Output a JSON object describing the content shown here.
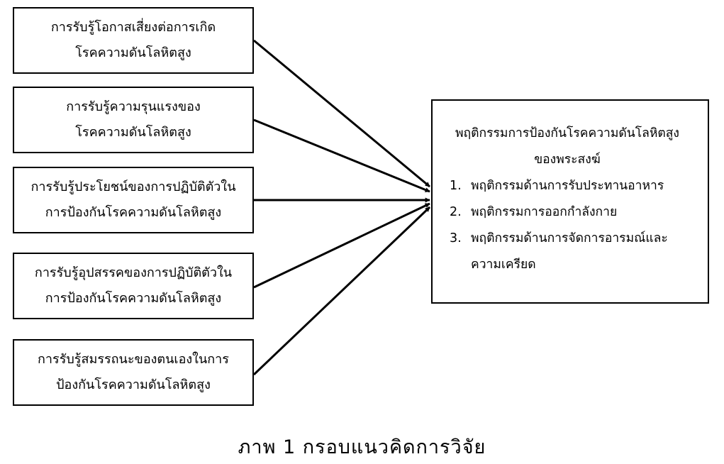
{
  "factors": [
    {
      "lines": [
        "การรับรู้โอกาสเสี่ยงต่อการเกิด",
        "โรคความดันโลหิตสูง"
      ]
    },
    {
      "lines": [
        "การรับรู้ความรุนแรงของ",
        "โรคความดันโลหิตสูง"
      ]
    },
    {
      "lines": [
        "การรับรู้ประโยชน์ของการปฏิบัติตัวใน",
        "การป้องกันโรคความดันโลหิตสูง"
      ]
    },
    {
      "lines": [
        "การรับรู้อุปสรรคของการปฏิบัติตัวใน",
        "การป้องกันโรคความดันโลหิตสูง"
      ]
    },
    {
      "lines": [
        "การรับรู้สมรรถนะของตนเองในการ",
        "ป้องกันโรคความดันโลหิตสูง"
      ]
    }
  ],
  "outcome": {
    "title_lines": [
      "พฤติกรรมการป้องกันโรคความดันโลหิตสูง",
      "ของพระสงฆ์"
    ],
    "items": [
      {
        "num": "1.",
        "text": "พฤติกรรมด้านการรับประทานอาหาร"
      },
      {
        "num": "2.",
        "text": "พฤติกรรมการออกกำลังกาย"
      },
      {
        "num": "3.",
        "text": "พฤติกรรมด้านการจัดการอารมณ์และความเครียด"
      }
    ]
  },
  "caption": "ภาพ 1 กรอบแนวคิดการวิจัย",
  "colors": {
    "stroke": "#000000",
    "background": "#ffffff"
  }
}
